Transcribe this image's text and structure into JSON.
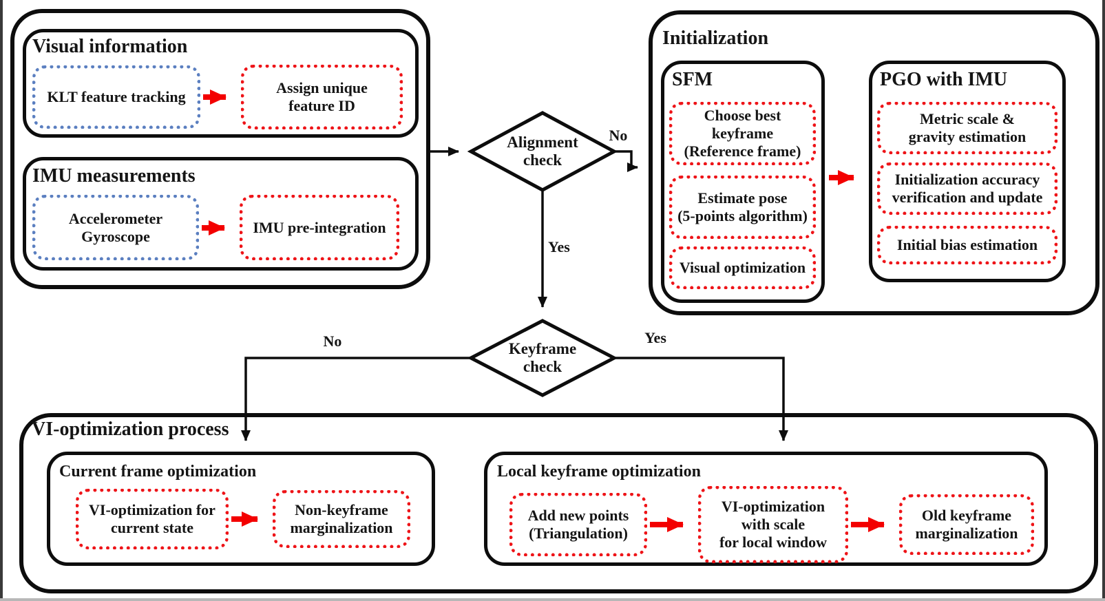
{
  "colors": {
    "box_border": "#0d0d0d",
    "dotted_blue": "#5b7fc0",
    "dotted_red": "#ee1418",
    "arrow_red": "#f30000",
    "text": "#151515"
  },
  "input_group": {
    "visual": {
      "title": "Visual information",
      "klt": "KLT feature tracking",
      "assign": [
        "Assign unique",
        "feature ID"
      ]
    },
    "imu": {
      "title": "IMU measurements",
      "sensors": [
        "Accelerometer",
        "Gyroscope"
      ],
      "preintegration": "IMU pre-integration"
    }
  },
  "alignment_check": {
    "lines": [
      "Alignment",
      "check"
    ],
    "no": "No",
    "yes": "Yes"
  },
  "initialization": {
    "title": "Initialization",
    "sfm": {
      "title": "SFM",
      "steps": [
        [
          "Choose best keyframe",
          "(Reference frame)"
        ],
        [
          "Estimate pose",
          "(5-points algorithm)"
        ],
        [
          "Visual optimization"
        ]
      ]
    },
    "pgo": {
      "title": "PGO with IMU",
      "steps": [
        [
          "Metric scale &",
          "gravity estimation"
        ],
        [
          "Initialization accuracy",
          "verification and update"
        ],
        [
          "Initial bias estimation"
        ]
      ]
    }
  },
  "keyframe_check": {
    "lines": [
      "Keyframe",
      "check"
    ],
    "no": "No",
    "yes": "Yes"
  },
  "vi_process": {
    "title": "VI-optimization process",
    "current_frame": {
      "title": "Current frame optimization",
      "steps": [
        [
          "VI-optimization for",
          "current state"
        ],
        [
          "Non-keyframe",
          "marginalization"
        ]
      ]
    },
    "local_keyframe": {
      "title": "Local  keyframe optimization",
      "steps": [
        [
          "Add new points",
          "(Triangulation)"
        ],
        [
          "VI-optimization",
          "with scale",
          "for local window"
        ],
        [
          "Old keyframe",
          "marginalization"
        ]
      ]
    }
  }
}
